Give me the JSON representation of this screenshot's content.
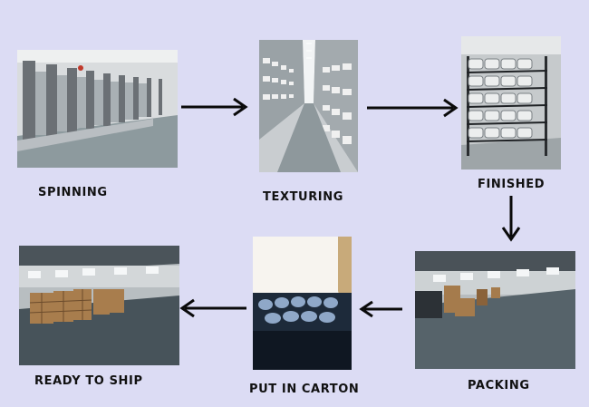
{
  "steps": [
    {
      "id": "spinning",
      "label": "SPINNING",
      "scene": "spinning-machines"
    },
    {
      "id": "texturing",
      "label": "TEXTURING",
      "scene": "texturing-aisle"
    },
    {
      "id": "finished",
      "label": "FINISHED",
      "scene": "yarn-bobbin-rack"
    },
    {
      "id": "packing",
      "label": "PACKING",
      "scene": "warehouse-boxes"
    },
    {
      "id": "put_in_carton",
      "label": "PUT IN CARTON",
      "scene": "bobbins-in-carton"
    },
    {
      "id": "ready_to_ship",
      "label": "READY TO SHIP",
      "scene": "palletized-cartons"
    }
  ],
  "flow": [
    "spinning",
    "texturing",
    "finished",
    "packing",
    "put_in_carton",
    "ready_to_ship"
  ],
  "colors": {
    "background": "#dcdcf4",
    "arrow": "#0a0a0a",
    "text": "#111111"
  }
}
